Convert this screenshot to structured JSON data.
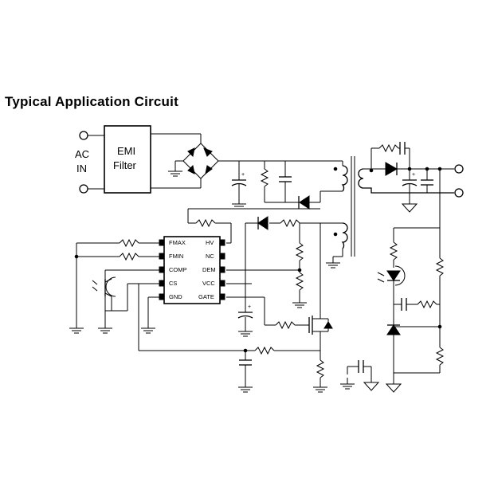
{
  "title": "Typical Application Circuit",
  "input": {
    "label_line1": "AC",
    "label_line2": "IN"
  },
  "emi_filter": {
    "label_line1": "EMI",
    "label_line2": "Filter"
  },
  "ic_pins": {
    "fmax": "FMAX",
    "fmin": "FMIN",
    "comp": "COMP",
    "cs": "CS",
    "gnd": "GND",
    "hv": "HV",
    "nc": "NC",
    "dem": "DEM",
    "vcc": "VCC",
    "gate": "GATE"
  },
  "capacitor_polarity": "+"
}
